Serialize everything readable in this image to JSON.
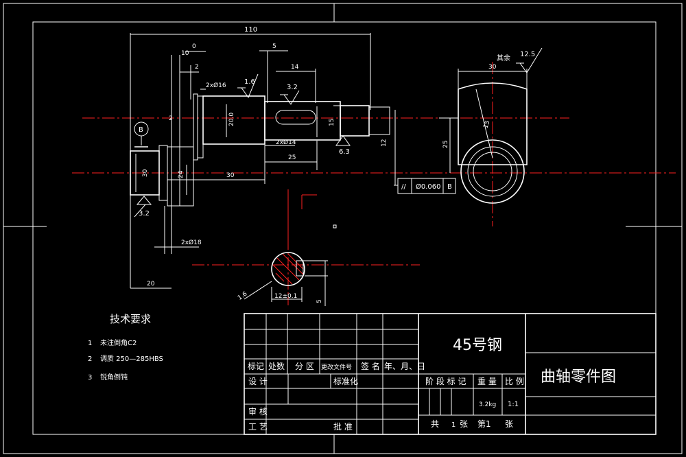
{
  "colors": {
    "line": "#ffffff",
    "centerline": "#ff2020",
    "background": "#000000"
  },
  "dimensions": {
    "d110": "110",
    "d0": "0",
    "d10": "10",
    "d2a": "2",
    "d5": "5",
    "d14": "14",
    "c2x016": "2xØ16",
    "r16": "1.6",
    "r32a": "3.2",
    "d20_0": "20.0",
    "d15": "15",
    "c2x014": "2xØ14",
    "r63": "6.3",
    "d25": "25",
    "d30a": "30",
    "d12": "12",
    "d24": "24",
    "d2b": "2",
    "d30": "30",
    "r32b": "3.2",
    "c2x018": "2xØ18",
    "d20": "20",
    "d30b": "30",
    "d25b": "25",
    "d1240": "12±0.1",
    "d5b": "5",
    "r125": "12.5",
    "qiyu": "其余",
    "d15b": "15",
    "r16b": "1.6"
  },
  "datum": {
    "letter": "B"
  },
  "tolerance": {
    "symbol": "//",
    "value": "Ø0.060",
    "datum": "B"
  },
  "tech_requirements": {
    "title": "技术要求",
    "items": [
      {
        "num": "1",
        "text": "未注倒角C2"
      },
      {
        "num": "2",
        "text": "调质 250—285HBS"
      },
      {
        "num": "3",
        "text": "锐角倒钝"
      }
    ]
  },
  "title_block": {
    "material": "45号钢",
    "drawing_name": "曲轴零件图",
    "rev_headers": [
      "标记",
      "处数",
      "分 区",
      "更改文件号",
      "签 名",
      "年、月、日"
    ],
    "design": "设 计",
    "standardize": "标准化",
    "check": "审 核",
    "process": "工 艺",
    "approve": "批 准",
    "stage": "阶 段 标 记",
    "weight_label": "重 量",
    "scale_label": "比 例",
    "weight": "3.2kg",
    "scale": "1:1",
    "sheets_total": "共",
    "sheets_total_n": "1",
    "sheet_unit": "张",
    "sheet_no": "第1",
    "sheet_unit2": "张"
  }
}
